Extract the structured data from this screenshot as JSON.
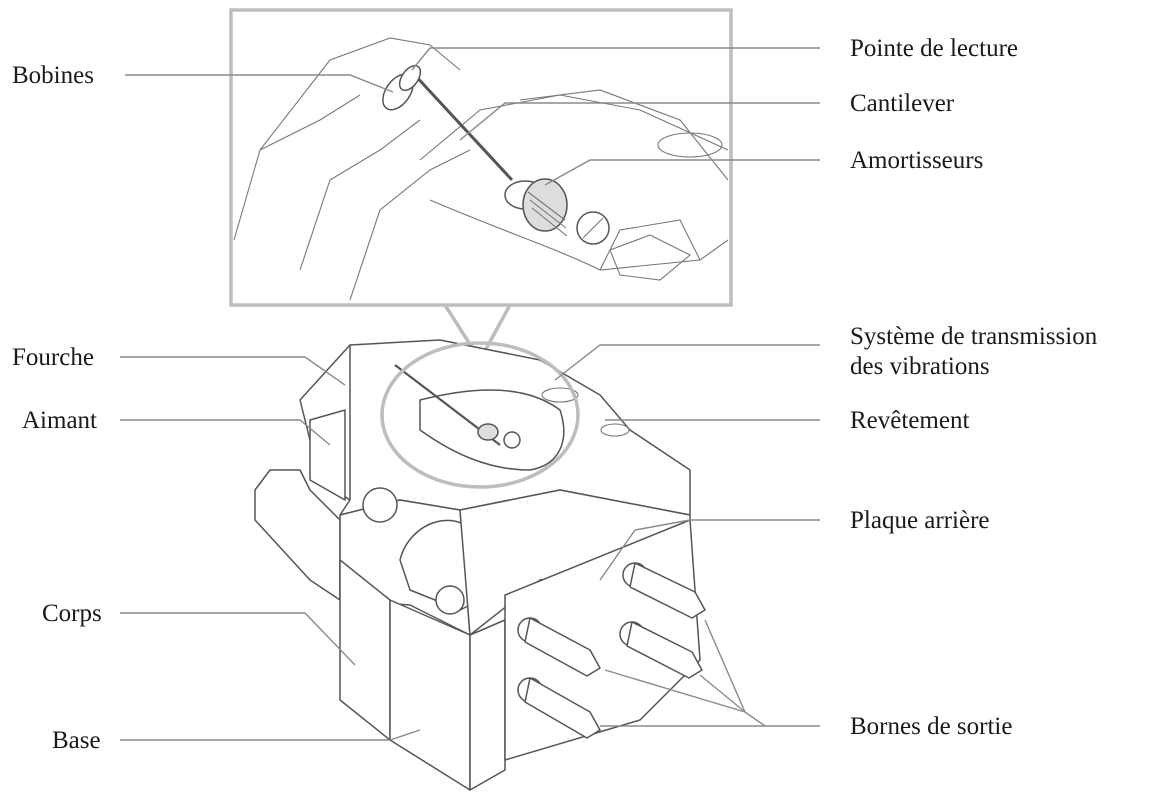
{
  "labels": {
    "bobines": "Bobines",
    "pointe": "Pointe de lecture",
    "cantilever": "Cantilever",
    "amortisseurs": "Amortisseurs",
    "fourche": "Fourche",
    "systeme_line1": "Système de transmission",
    "systeme_line2": "des vibrations",
    "aimant": "Aimant",
    "revetement": "Revêtement",
    "plaque": "Plaque arrière",
    "corps": "Corps",
    "bornes": "Bornes de sortie",
    "base": "Base"
  },
  "colors": {
    "leader": "#8a8a8a",
    "outline": "#555555",
    "frame": "#bdbdbd",
    "text": "#1a1a1a"
  }
}
